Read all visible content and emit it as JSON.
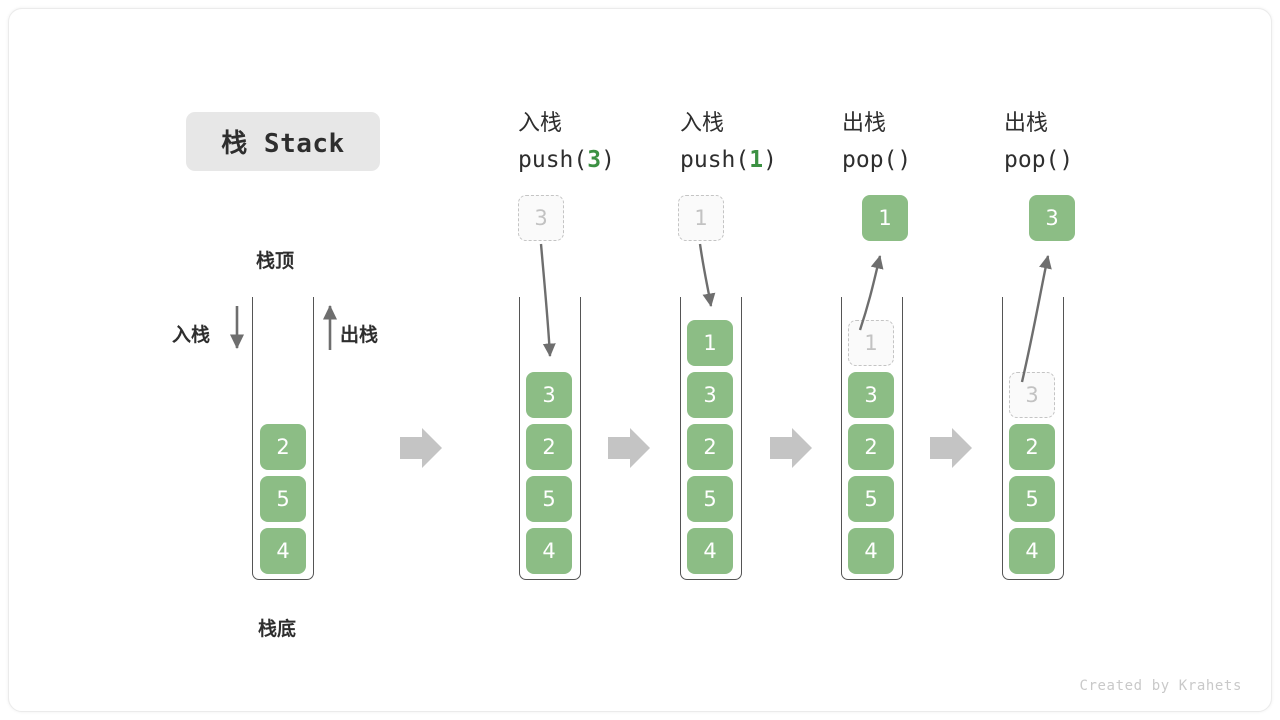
{
  "title": {
    "text": "栈 Stack"
  },
  "credit": "Created by Krahets",
  "colors": {
    "cell_fill": "#8cbd85",
    "cell_text": "#ffffff",
    "ghost_border": "#c4c4c4",
    "ghost_text": "#c2c2c2",
    "arrow_gray": "#6e6e6e",
    "block_arrow": "#c4c4c4",
    "accent_green": "#3c9142",
    "title_bg": "#e7e7e7"
  },
  "annotations": {
    "top": "栈顶",
    "bottom": "栈底",
    "push_side": "入栈",
    "pop_side": "出栈"
  },
  "columns": [
    {
      "id": "initial",
      "op_cn": "",
      "op_code": "",
      "cells": [
        {
          "value": "2",
          "state": "solid"
        },
        {
          "value": "5",
          "state": "solid"
        },
        {
          "value": "4",
          "state": "solid"
        }
      ],
      "floating": null
    },
    {
      "id": "push-3",
      "op_cn": "入栈",
      "op_code_prefix": "push(",
      "op_code_arg": "3",
      "op_code_suffix": ")",
      "cells": [
        {
          "value": "3",
          "state": "solid"
        },
        {
          "value": "2",
          "state": "solid"
        },
        {
          "value": "5",
          "state": "solid"
        },
        {
          "value": "4",
          "state": "solid"
        }
      ],
      "floating": {
        "value": "3",
        "state": "ghost",
        "direction": "in"
      }
    },
    {
      "id": "push-1",
      "op_cn": "入栈",
      "op_code_prefix": "push(",
      "op_code_arg": "1",
      "op_code_suffix": ")",
      "cells": [
        {
          "value": "1",
          "state": "solid"
        },
        {
          "value": "3",
          "state": "solid"
        },
        {
          "value": "2",
          "state": "solid"
        },
        {
          "value": "5",
          "state": "solid"
        },
        {
          "value": "4",
          "state": "solid"
        }
      ],
      "floating": {
        "value": "1",
        "state": "ghost",
        "direction": "in"
      }
    },
    {
      "id": "pop-1",
      "op_cn": "出栈",
      "op_code_prefix": "pop(",
      "op_code_arg": "",
      "op_code_suffix": ")",
      "cells": [
        {
          "value": "1",
          "state": "ghost"
        },
        {
          "value": "3",
          "state": "solid"
        },
        {
          "value": "2",
          "state": "solid"
        },
        {
          "value": "5",
          "state": "solid"
        },
        {
          "value": "4",
          "state": "solid"
        }
      ],
      "floating": {
        "value": "1",
        "state": "solid",
        "direction": "out"
      }
    },
    {
      "id": "pop-3",
      "op_cn": "出栈",
      "op_code_prefix": "pop(",
      "op_code_arg": "",
      "op_code_suffix": ")",
      "cells": [
        {
          "value": "3",
          "state": "ghost"
        },
        {
          "value": "2",
          "state": "solid"
        },
        {
          "value": "5",
          "state": "solid"
        },
        {
          "value": "4",
          "state": "solid"
        }
      ],
      "floating": {
        "value": "3",
        "state": "solid",
        "direction": "out"
      }
    }
  ]
}
